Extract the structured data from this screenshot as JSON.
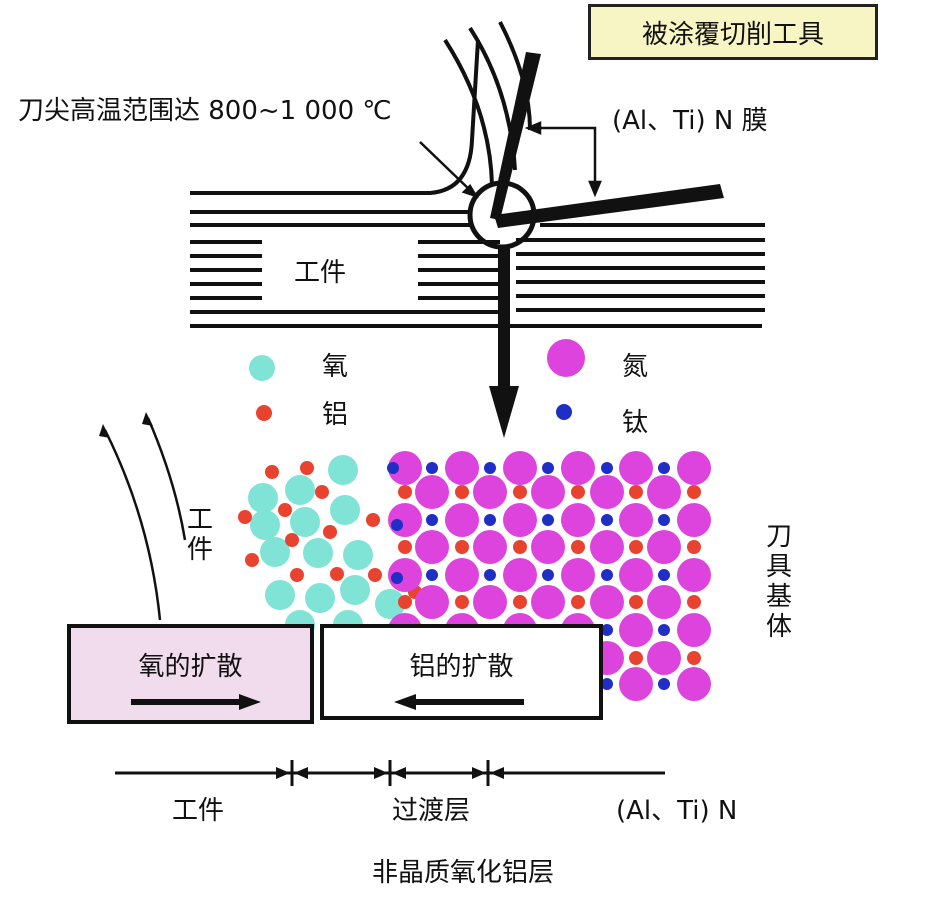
{
  "title_box": "被涂覆切削工具",
  "temperature_label": "刀尖高温范围达 800~1 000 ℃",
  "coating_label": "(Al、Ti) N 膜",
  "workpiece_label": "工件",
  "legend": {
    "oxygen": "氧",
    "aluminum": "铝",
    "nitrogen": "氮",
    "titanium": "钛"
  },
  "workpiece_vertical": "工件",
  "tool_substrate_vertical": "刀具基体",
  "oxygen_diffusion": "氧的扩散",
  "aluminum_diffusion": "铝的扩散",
  "axis_labels": {
    "workpiece": "工件",
    "transition": "过渡层",
    "altin": "(Al、Ti) N"
  },
  "amorphous_layer": "非晶质氧化铝层",
  "colors": {
    "oxygen": "#7fe3d6",
    "aluminum": "#e8432e",
    "nitrogen": "#dd44dd",
    "titanium": "#1f2fc6",
    "title_box_bg": "#f7f5c3",
    "oxygen_box_bg": "#f1dced"
  }
}
